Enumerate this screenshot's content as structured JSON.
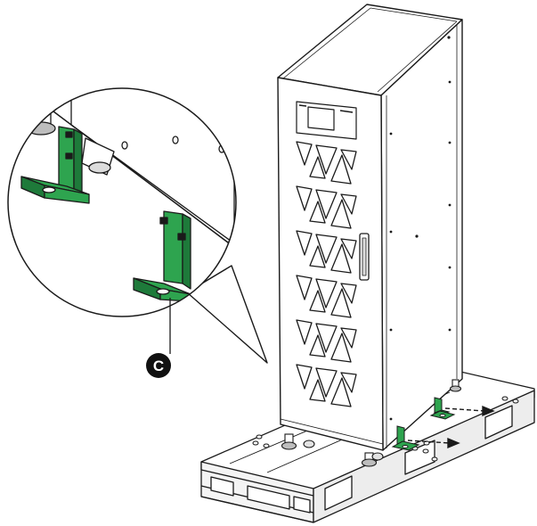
{
  "figure": {
    "callout_label": "C",
    "colors": {
      "bracket": "#2ea44f",
      "bracket_dark": "#1e7a3a",
      "line": "#1a1a1a",
      "cabinet_fill": "#ffffff",
      "shade": "#e9e9e9",
      "callout_fill": "#111111"
    },
    "parts": [
      "ups-cabinet",
      "display-panel",
      "door-handle",
      "pallet",
      "shipping-bracket",
      "leveling-foot",
      "magnified-detail"
    ]
  }
}
